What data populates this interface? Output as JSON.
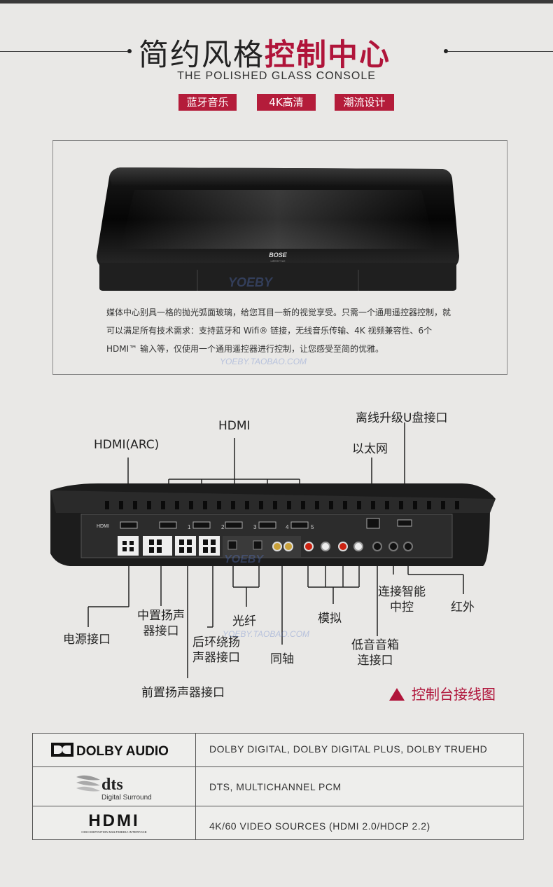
{
  "header": {
    "title_plain": "简约风格",
    "title_accent": "控制中心",
    "subtitle": "THE POLISHED GLASS CONSOLE",
    "tags": [
      "蓝牙音乐",
      "4K高清",
      "潮流设计"
    ]
  },
  "product": {
    "brand_mark": "BOSE",
    "brand_sub": "LIFESTYLE",
    "description": "媒体中心别具一格的抛光弧面玻璃，给您耳目一新的视觉享受。只需一个通用遥控器控制，就可以满足所有技术需求：支持蓝牙和 Wifi® 链接，无线音乐传输、4K 视频兼容性、6个 HDMI™ 输入等，仅使用一个通用遥控器进行控制，让您感受至简的优雅。",
    "watermark": "YOEBY",
    "watermark_url": "YOEBY.TAOBAO.COM"
  },
  "diagram": {
    "labels": {
      "hdmi_arc": "HDMI(ARC)",
      "hdmi": "HDMI",
      "usb": "离线升级U盘接口",
      "ethernet": "以太网",
      "power": "电源接口",
      "center": "中置扬声器接口",
      "rear": "后环绕扬声器接口",
      "front": "前置扬声器接口",
      "optical": "光纤",
      "coaxial": "同轴",
      "analog": "模拟",
      "sub": "低音音箱连接口",
      "smart": "连接智能中控",
      "ir": "红外"
    },
    "caption": "控制台接线图",
    "port_labels": [
      "HDMI",
      "1",
      "2",
      "3",
      "4",
      "5"
    ]
  },
  "formats": [
    {
      "logo": "DOLBY AUDIO",
      "text": "DOLBY DIGITAL, DOLBY DIGITAL PLUS, DOLBY TRUEHD"
    },
    {
      "logo": "dts",
      "logo_sub": "Digital Surround",
      "text": "DTS, MULTICHANNEL PCM"
    },
    {
      "logo": "HDMI",
      "logo_sub": "HIGH-DEFINITION MULTIMEDIA INTERFACE",
      "text": "4K/60 VIDEO SOURCES (HDMI 2.0/HDCP 2.2)"
    }
  ],
  "colors": {
    "accent": "#b0143a",
    "tag_bg": "#b41c3a",
    "background": "#e9e8e6"
  }
}
